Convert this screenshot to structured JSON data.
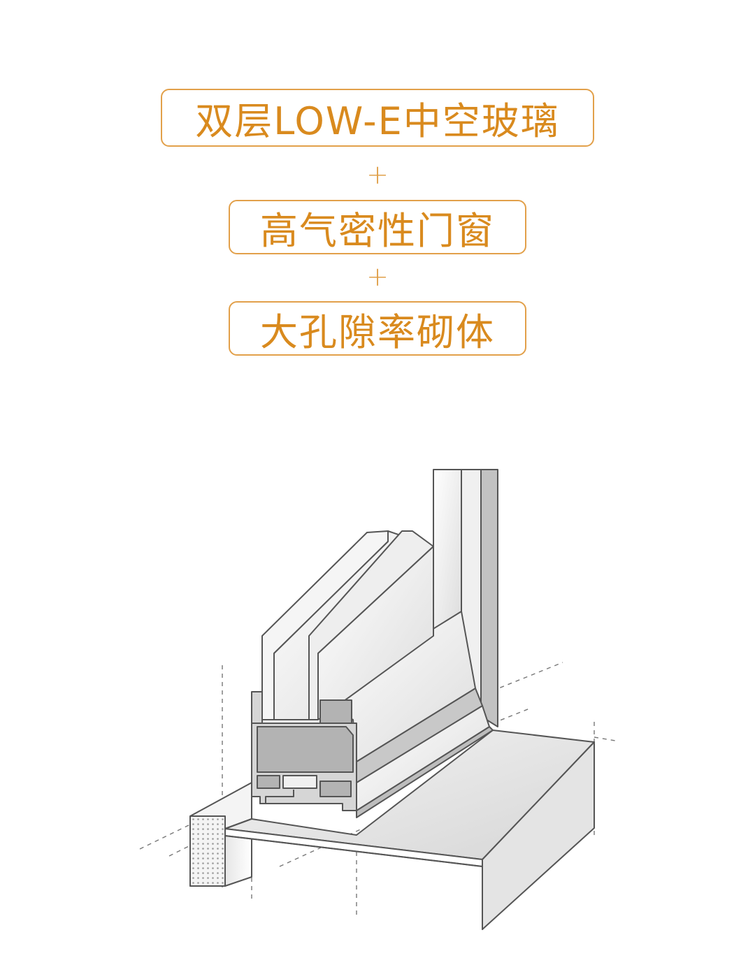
{
  "labels": {
    "glass": "双层LOW-E中空玻璃",
    "window": "高气密性门窗",
    "masonry": "大孔隙率砌体"
  },
  "connectors": {
    "plus_1": "+",
    "plus_2": "+"
  },
  "colors": {
    "accent_text": "#d98a1e",
    "accent_border": "#e2a04a",
    "line": "#5a5a5a",
    "fill_dark": "#b3b3b3",
    "fill_mid": "#d4d4d4",
    "fill_light": "#f2f2f2"
  }
}
